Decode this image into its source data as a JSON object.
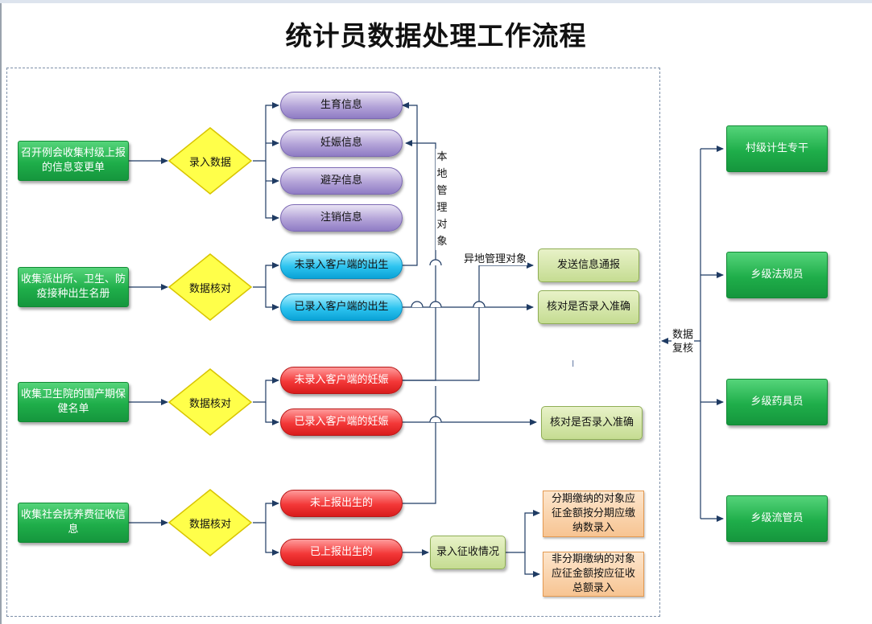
{
  "title": "统计员数据处理工作流程",
  "sources": [
    "召开例会收集村级上报的信息变更单",
    "收集派出所、卫生、防疫接种出生名册",
    "收集卫生院的围产期保健名单",
    "收集社会抚养费征收信息"
  ],
  "decisions": [
    "录入数据",
    "数据核对",
    "数据核对",
    "数据核对"
  ],
  "info_items": [
    "生育信息",
    "妊娠信息",
    "避孕信息",
    "注销信息"
  ],
  "birth_items": [
    "未录入客户端的出生",
    "已录入客户端的出生"
  ],
  "pregnancy_items": [
    "未录入客户端的妊娠",
    "已录入客户端的妊娠"
  ],
  "report_items": [
    "未上报出生的",
    "已上报出生的"
  ],
  "labels": {
    "local": "本地管理对象",
    "remote": "异地管理对象",
    "recheck": "数据复核"
  },
  "actions": {
    "notify": "发送信息通报",
    "verify1": "核对是否录入准确",
    "verify2": "核对是否录入准确",
    "collect": "录入征收情况"
  },
  "fee_boxes": [
    "分期缴纳的对象应征金额按分期应缴纳数录入",
    "非分期缴纳的对象应征金额按应征收总额录入"
  ],
  "staff": [
    "村级计生专干",
    "乡级法规员",
    "乡级药具员",
    "乡级流管员"
  ],
  "stray_mark": "I",
  "colors": {
    "green": "#1fae4a",
    "connector": "#1f3b63",
    "purple": "#b3a3d8",
    "blue": "#2cc3ef",
    "red": "#f33838",
    "diamond": "#ffff4a"
  }
}
